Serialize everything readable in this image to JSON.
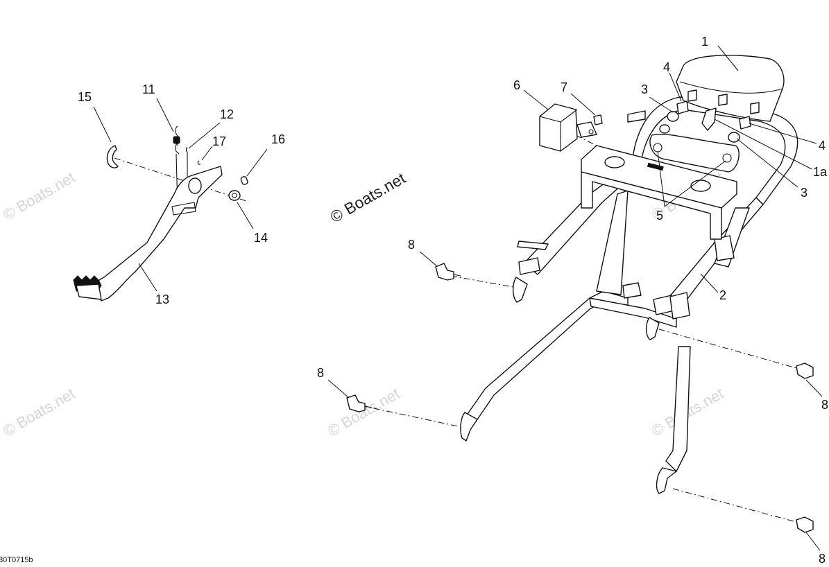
{
  "watermark": {
    "main": "© Boats.net",
    "faint": "© Boats.net"
  },
  "drawing_code": "30T0715b",
  "callouts": {
    "c1": "1",
    "c1a": "1a",
    "c2": "2",
    "c3a": "3",
    "c3b": "3",
    "c4a": "4",
    "c4b": "4",
    "c5": "5",
    "c6": "6",
    "c7": "7",
    "c8a": "8",
    "c8b": "8",
    "c8c": "8",
    "c8d": "8",
    "c11": "11",
    "c12": "12",
    "c13": "13",
    "c14": "14",
    "c15": "15",
    "c16": "16",
    "c17": "17"
  },
  "colors": {
    "line": "#111111",
    "background": "#ffffff",
    "watermark": "#d6d6d6"
  }
}
